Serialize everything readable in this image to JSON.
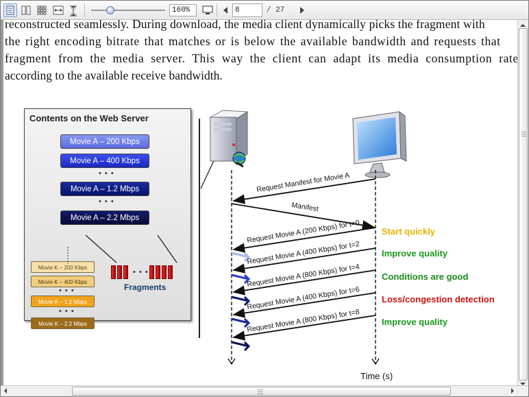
{
  "toolbar": {
    "zoom_value": "160%",
    "page_current": "8",
    "page_total": "/ 27",
    "icons": [
      "single-page-icon",
      "two-page-icon",
      "thumbnail-grid-icon",
      "fit-width-icon",
      "fit-height-icon",
      "fullscreen-icon",
      "prev-page-icon",
      "next-page-icon"
    ]
  },
  "document": {
    "lines": [
      "reconstructed seamlessly. During download, the media client dynamically picks the fragment with",
      "the right encoding bitrate that matches or is below the available bandwidth and requests that",
      "fragment from the media server. This way the client can adapt its media consumption rate",
      "according to the available receive bandwidth."
    ]
  },
  "figure": {
    "panel_title": "Contents on the Web Server",
    "movie_a": [
      {
        "label": "Movie A – 200 Kbps",
        "color": "#6f7fe8"
      },
      {
        "label": "Movie A – 400 Kbps",
        "color": "#2a3bd8"
      },
      {
        "label": "Movie A – 1.2 Mbps",
        "color": "#0c1a88"
      },
      {
        "label": "Movie A – 2.2 Mbps",
        "color": "#0a1150"
      }
    ],
    "movie_k": [
      {
        "label": "Movie K – 200 Kbps",
        "color": "#f7dfa6"
      },
      {
        "label": "Movie K – 400 Kbps",
        "color": "#f0cc7a"
      },
      {
        "label": "Movie K – 1.2 Mbps",
        "color": "#f0a020"
      },
      {
        "label": "Movie K – 2.2 Mbps",
        "color": "#9a6a1c"
      }
    ],
    "dots": "• • •",
    "fragments_label": "Fragments",
    "messages": [
      "Request Manifest for Movie A",
      "Manifest",
      "Request Movie A (200 Kbps) for t=0",
      "Request Movie A (400 Kbps) for t=2",
      "Request Movie A (800 Kbps) for t=4",
      "Request Movie A (400 Kbps) for t=6",
      "Request Movie A (800 Kbps) for t=8"
    ],
    "annotations": [
      {
        "text": "Start quickly",
        "color": "#e8b400"
      },
      {
        "text": "Improve quality",
        "color": "#1a9a1a"
      },
      {
        "text": "Conditions are good",
        "color": "#1a8a1a"
      },
      {
        "text": "Loss/congestion detection",
        "color": "#d01010"
      },
      {
        "text": "Improve quality",
        "color": "#1a9a1a"
      }
    ],
    "time_label": "Time (s)"
  }
}
